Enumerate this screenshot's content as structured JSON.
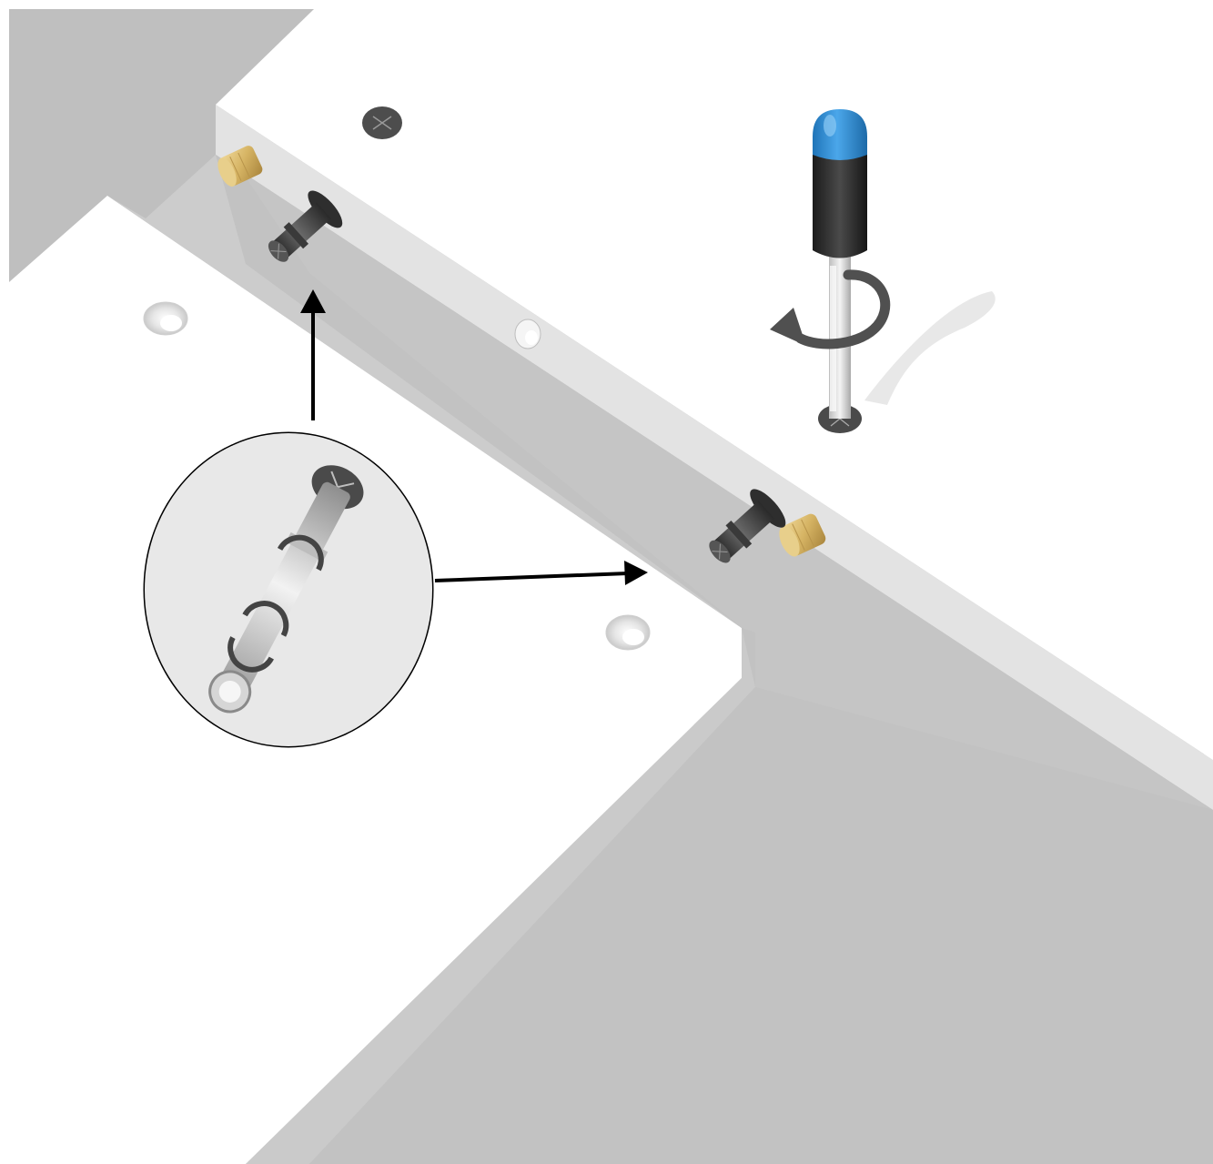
{
  "figure": {
    "kind": "assembly-instruction",
    "colors": {
      "panel_white": "#ffffff",
      "panel_edge": "#e4e4e4",
      "panel_shadow": "#c6c6c6",
      "backdrop": "#bebebe",
      "bolt_dark": "#3f3f3f",
      "dowel_wood": "#d8b868",
      "screwdriver_handle": "#2e2e2e",
      "screwdriver_cap": "#2f8fd8",
      "screwdriver_shaft": "#d7d7d7",
      "arrow": "#000000",
      "rotation_arrow": "#555555",
      "callout_fill": "#e9e9e9"
    },
    "icons": [
      "connector-bolt-icon",
      "wooden-dowel-icon",
      "cam-lock-hole-icon",
      "screwdriver-icon",
      "rotation-arrow-icon",
      "magnified-callout-icon",
      "pointer-arrow-icon"
    ],
    "parts_shown": {
      "connector_bolts": 2,
      "wooden_dowels": 2,
      "panel_holes": 4,
      "screwdrivers": 1
    },
    "text": ""
  }
}
